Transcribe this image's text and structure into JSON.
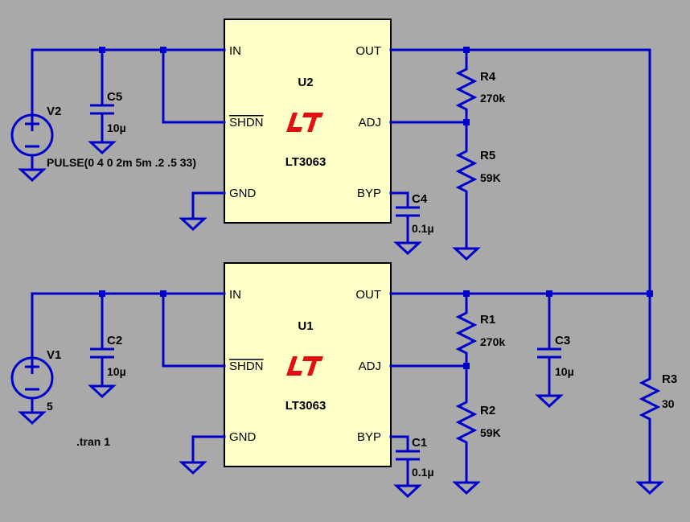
{
  "colors": {
    "background": "#a9a9a9",
    "wire": "#0000cc",
    "ic_fill": "#ffffc8",
    "ic_outline": "#000000",
    "logo": "#e01010"
  },
  "regulators": {
    "u2": {
      "ref": "U2",
      "part": "LT3063",
      "pins": {
        "in": "IN",
        "shdn": "SHDN",
        "gnd": "GND",
        "out": "OUT",
        "adj": "ADJ",
        "byp": "BYP"
      }
    },
    "u1": {
      "ref": "U1",
      "part": "LT3063",
      "pins": {
        "in": "IN",
        "shdn": "SHDN",
        "gnd": "GND",
        "out": "OUT",
        "adj": "ADJ",
        "byp": "BYP"
      }
    },
    "logo_icon": "linear-technology-logo-icon"
  },
  "sources": {
    "v2": {
      "ref": "V2",
      "value": "PULSE(0 4 0 2m 5m .2 .5 33)"
    },
    "v1": {
      "ref": "V1",
      "value": "5"
    }
  },
  "capacitors": {
    "c5": {
      "ref": "C5",
      "value": "10µ"
    },
    "c4": {
      "ref": "C4",
      "value": "0.1µ"
    },
    "c2": {
      "ref": "C2",
      "value": "10µ"
    },
    "c1": {
      "ref": "C1",
      "value": "0.1µ"
    },
    "c3": {
      "ref": "C3",
      "value": "10µ"
    }
  },
  "resistors": {
    "r4": {
      "ref": "R4",
      "value": "270k"
    },
    "r5": {
      "ref": "R5",
      "value": "59K"
    },
    "r1": {
      "ref": "R1",
      "value": "270k"
    },
    "r2": {
      "ref": "R2",
      "value": "59K"
    },
    "r3": {
      "ref": "R3",
      "value": "30"
    }
  },
  "directive": ".tran 1"
}
